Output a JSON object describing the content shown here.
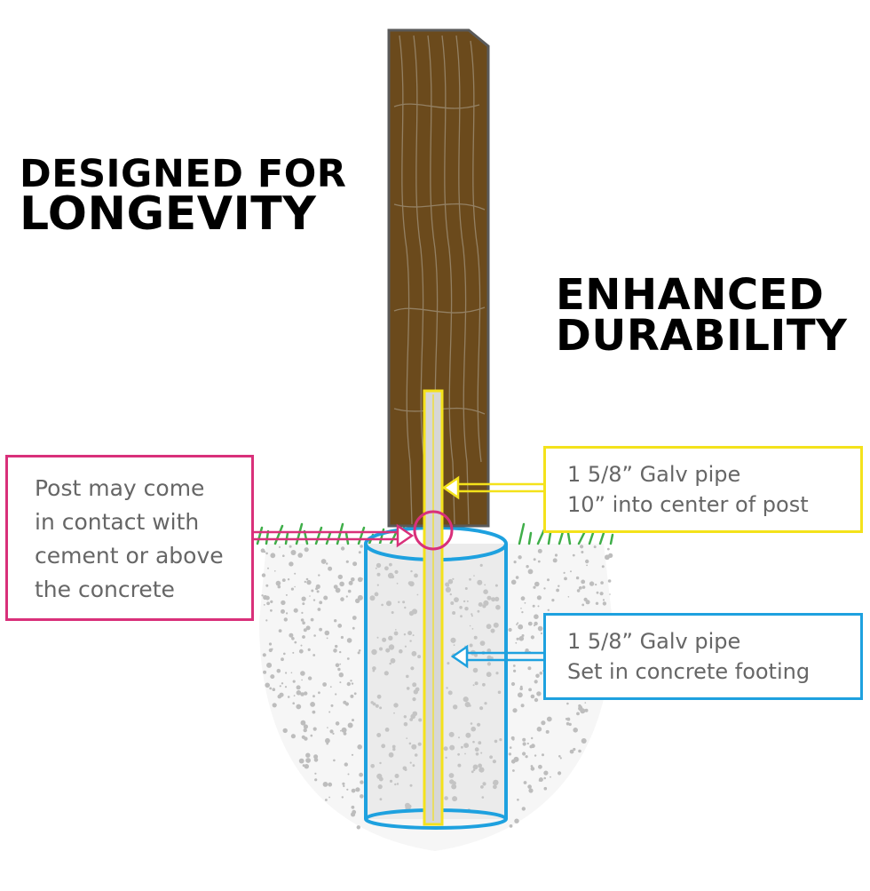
{
  "headings": {
    "left": {
      "line1": "DESIGNED FOR",
      "line2": "LONGEVITY"
    },
    "right": {
      "line1": "ENHANCED",
      "line2": "DURABILITY"
    }
  },
  "callouts": {
    "contact": {
      "lines": [
        "Post may come",
        "in contact with",
        "cement or above",
        "the concrete"
      ],
      "color": "#d9307a"
    },
    "pipe_post": {
      "lines": [
        "1 5/8” Galv pipe",
        "10” into center of post"
      ],
      "color": "#f4e21b"
    },
    "pipe_footing": {
      "lines": [
        "1 5/8” Galv pipe",
        "Set in concrete footing"
      ],
      "color": "#1ea1df"
    }
  },
  "colors": {
    "post_wood": "#6b4a1c",
    "post_outline": "#5a5a5a",
    "grass": "#3fae49",
    "gravel": "#c8c8c8",
    "concrete": "#e8e8e8"
  }
}
